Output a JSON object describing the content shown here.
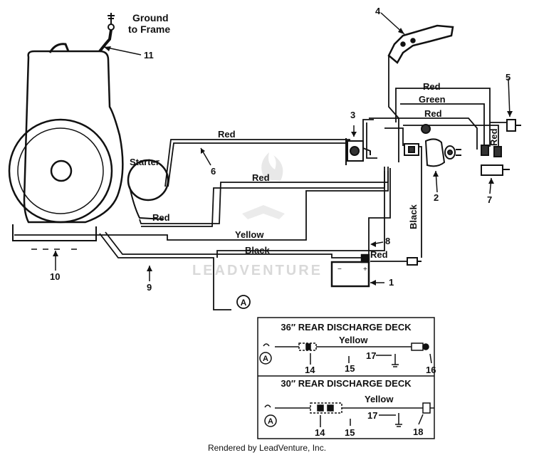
{
  "labels": {
    "ground": "Ground",
    "to_frame": "to Frame",
    "starter": "Starter",
    "red": "Red",
    "green": "Green",
    "yellow": "Yellow",
    "black": "Black",
    "circle_a": "A"
  },
  "callouts": [
    "1",
    "2",
    "3",
    "4",
    "5",
    "6",
    "7",
    "8",
    "9",
    "10",
    "11"
  ],
  "insets": {
    "deck36": {
      "title": "36″ REAR DISCHARGE DECK",
      "wire": "Yellow",
      "callouts": [
        "14",
        "15",
        "16",
        "17"
      ]
    },
    "deck30": {
      "title": "30″ REAR DISCHARGE DECK",
      "wire": "Yellow",
      "callouts": [
        "14",
        "15",
        "17",
        "18"
      ]
    }
  },
  "watermark": "LEADVENTURE",
  "footer": "Rendered by LeadVenture, Inc."
}
